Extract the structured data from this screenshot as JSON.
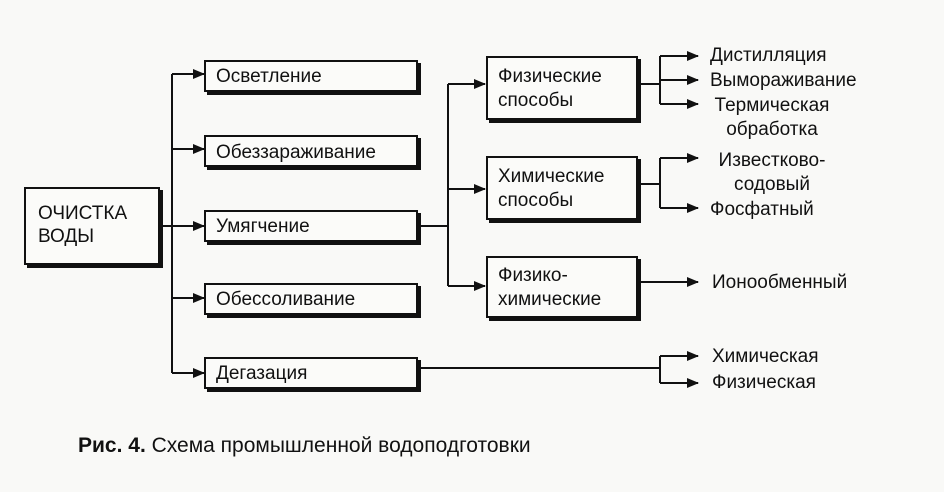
{
  "root": {
    "line1": "ОЧИСТКА",
    "line2": "ВОДЫ"
  },
  "methods": [
    {
      "label": "Осветление"
    },
    {
      "label": "Обеззараживание"
    },
    {
      "label": "Умягчение"
    },
    {
      "label": "Обессоливание"
    },
    {
      "label": "Дегазация"
    }
  ],
  "softening_ways": [
    {
      "line1": "Физические",
      "line2": "способы"
    },
    {
      "line1": "Химические",
      "line2": "способы"
    },
    {
      "line1": "Физико-",
      "line2": "химические"
    }
  ],
  "physical_leaves": [
    "Дистилляция",
    "Вымораживание"
  ],
  "physical_thermal": {
    "line1": "Термическая",
    "line2": "обработка"
  },
  "chemical_lime": {
    "line1": "Известково-",
    "line2": "содовый"
  },
  "chemical_phosphate": "Фосфатный",
  "physchem_leaf": "Ионообменный",
  "degassing_leaves": [
    "Химическая",
    "Физическая"
  ],
  "caption": {
    "number": "Рис. 4.",
    "text": " Схема промышленной водоподготовки"
  }
}
